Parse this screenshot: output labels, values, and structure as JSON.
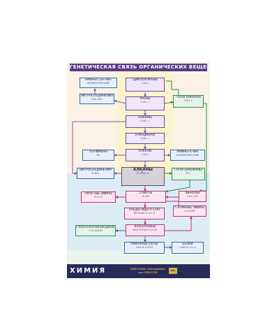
{
  "title": "ГЕНЕТИЧЕСКАЯ СВЯЗЬ ОРГАНИЧЕСКИХ ВЕЩЕСТВ",
  "boxes": {
    "amines": {
      "line1": "АМИНЫ C₆H₅–NH₂",
      "line2": "АРОМАТИЧЕСКИЕ"
    },
    "cycloalkanes": {
      "line1": "ЦИКЛОАЛКАНЫ",
      "line2": "CₙH₂ₙ"
    },
    "nitro_top": {
      "line1": "НИТРОСОЕДИНЕНИЯ",
      "line2": "C₆H₅–NO₂"
    },
    "arenes": {
      "line1": "АРЕНЫ",
      "line2": "CₙH₂ₙ₋₆"
    },
    "haloarenes": {
      "line1": "ГАЛОГЕНАРЕНЫ",
      "line2": "C₆H₅–Г"
    },
    "alkynes": {
      "line1": "АЛКИНЫ",
      "line2": "CₙH₂ₙ₋₂"
    },
    "alkadienes": {
      "line1": "АЛКАДИЕНЫ",
      "line2": "CₙH₂ₙ₋₂"
    },
    "polymers": {
      "line1": "ПОЛИМЕРЫ",
      "line2": "Mₙ"
    },
    "alkenes": {
      "line1": "АЛКЕНЫ",
      "line2": "CₙH₂ₙ"
    },
    "amines_aliph": {
      "line1": "АМИНЫ R–NH₂",
      "line2": "АЛИФАТИЧЕСКИЕ"
    },
    "nitro_mid": {
      "line1": "НИТРОСОЕДИНЕНИЯ",
      "line2": "R–NO₂"
    },
    "alkanes": {
      "line1": "АЛКАНЫ",
      "line2": "CₙH₂ₙ₊₂"
    },
    "haloalkanes": {
      "line1": "ГАЛОГЕНАЛКАНЫ",
      "line2": "R–Г"
    },
    "ethers": {
      "line1": "ПРОСТЫЕ ЭФИРЫ",
      "line2": "R–O–R"
    },
    "alcohols": {
      "line1": "СПИРТЫ",
      "line2": "R–OH"
    },
    "phenols": {
      "line1": "ФЕНОЛЫ",
      "line2": "C₆H₅–OH"
    },
    "aldehydes": {
      "line1": "АЛЬДЕГИДЫ R–COH",
      "line2": "КЕТОНЫ R–CO–R"
    },
    "esters": {
      "line1": "СЛОЖНЫЕ ЭФИРЫ",
      "line2": "R–COOR"
    },
    "haloacids": {
      "line1": "ГАЛОГЕНПРОИЗВОДНЫЕ",
      "line2": "Г–R–COOH"
    },
    "acids": {
      "line1": "КАРБОНОВЫЕ",
      "line2": "КИСЛОТЫ R–COOH"
    },
    "aminoacids": {
      "line1": "АМИНОКИСЛОТЫ",
      "line2": "H₂N–R–COOH"
    },
    "proteins": {
      "line1": "БЕЛКИ",
      "line2": "(–NH–R–CO–)ₙ"
    }
  },
  "footer": {
    "title": "ХИМИЯ",
    "subtitle": "КЛАССНЫЕ «Наглядные» для КЛАССОВ",
    "logo": "ВФ"
  },
  "colors": {
    "title_bg": "#5a3a86",
    "arrow_purple": "#7a5aa8",
    "arrow_green": "#2f8a55",
    "arrow_pink": "#c0307a",
    "arrow_blue": "#3a6aa8"
  }
}
